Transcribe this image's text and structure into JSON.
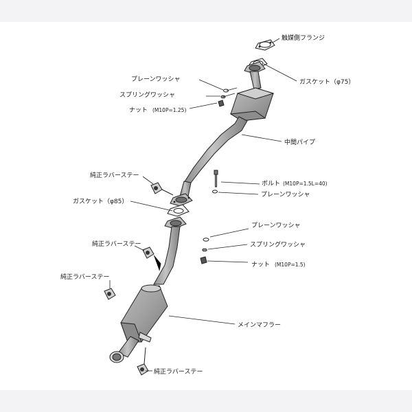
{
  "labels": {
    "cat_flange": "触媒側フランジ",
    "gasket_75": "ガスケット（φ75）",
    "plain_washer_1": "プレーンワッシャ",
    "spring_washer_1": "スプリングワッシャ",
    "nut_125": "ナット",
    "nut_125_spec": "(M10P=1.25)",
    "mid_pipe": "中間パイプ",
    "rubber_stay_1": "純正ラバーステー",
    "bolt": "ボルト",
    "bolt_spec": "(M10P=1.5L=40)",
    "plain_washer_2": "プレーンワッシャ",
    "gasket_85": "ガスケット（φ85）",
    "plain_washer_3": "プレーンワッシャ",
    "rubber_stay_2": "純正ラバーステー",
    "spring_washer_2": "スプリングワッシャ",
    "nut_15": "ナット",
    "nut_15_spec": "(M10P=1.5)",
    "rubber_stay_3": "純正ラバーステー",
    "main_muffler": "メインマフラー",
    "rubber_stay_4": "純正ラバーステー"
  },
  "colors": {
    "pipe_fill": "#a9a9a9",
    "pipe_dark": "#7a7a7a",
    "pipe_light": "#d2d2d2",
    "outline": "#222222",
    "frame_bg": "#f3f3f5"
  }
}
